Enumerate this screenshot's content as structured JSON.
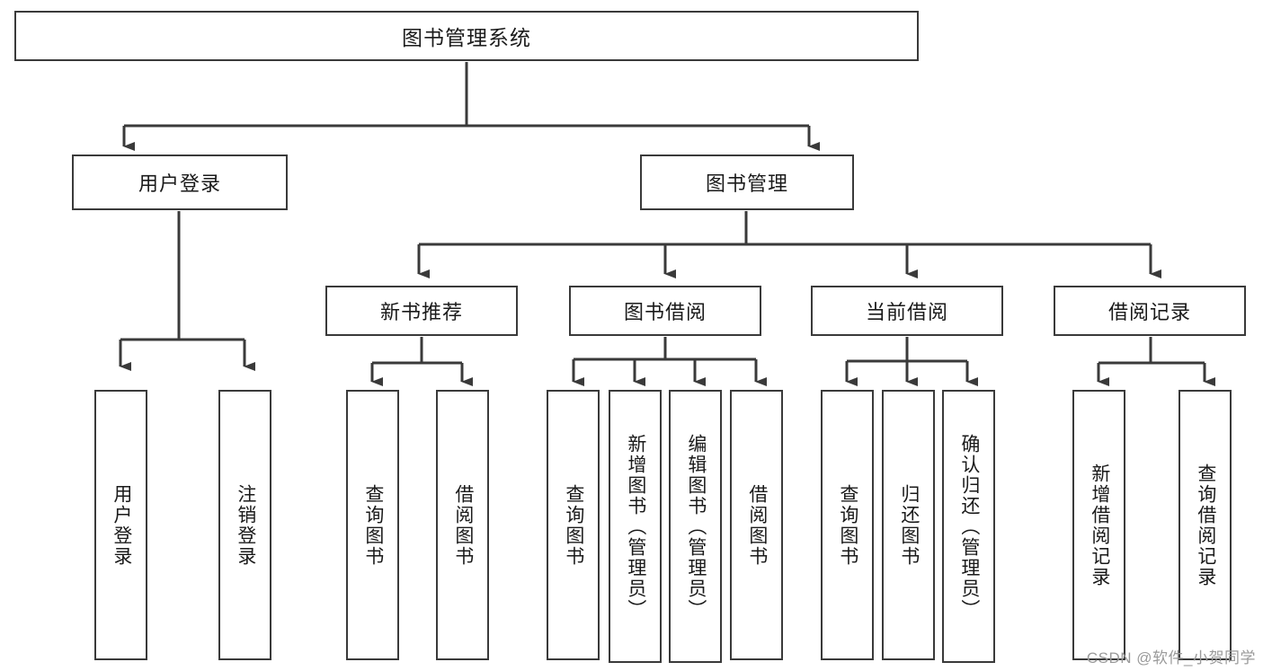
{
  "diagram": {
    "title": "图书管理系统",
    "type": "hierarchy-tree",
    "colors": {
      "box_border": "#3a3a3a",
      "box_fill": "#ffffff",
      "connector": "#3a3a3a",
      "text": "#1a1a1a",
      "watermark": "#9a9a9a"
    },
    "levels": {
      "level1": [
        {
          "id": "root",
          "label": "图书管理系统"
        }
      ],
      "level2": [
        {
          "id": "user-login",
          "label": "用户登录"
        },
        {
          "id": "book-manage",
          "label": "图书管理"
        }
      ],
      "level3": [
        {
          "id": "new-book-rec",
          "label": "新书推荐"
        },
        {
          "id": "book-borrow",
          "label": "图书借阅"
        },
        {
          "id": "current-borrow",
          "label": "当前借阅"
        },
        {
          "id": "borrow-record",
          "label": "借阅记录"
        }
      ],
      "level4": [
        {
          "id": "leaf-user-login",
          "label": "用户登录",
          "parent": "user-login"
        },
        {
          "id": "leaf-logout",
          "label": "注销登录",
          "parent": "user-login"
        },
        {
          "id": "leaf-query-book-1",
          "label": "查询图书",
          "parent": "new-book-rec"
        },
        {
          "id": "leaf-borrow-book-1",
          "label": "借阅图书",
          "parent": "new-book-rec"
        },
        {
          "id": "leaf-query-book-2",
          "label": "查询图书",
          "parent": "book-borrow"
        },
        {
          "id": "leaf-add-book",
          "label": "新增图书（管理员）",
          "parent": "book-borrow"
        },
        {
          "id": "leaf-edit-book",
          "label": "编辑图书（管理员）",
          "parent": "book-borrow"
        },
        {
          "id": "leaf-borrow-book-2",
          "label": "借阅图书",
          "parent": "book-borrow"
        },
        {
          "id": "leaf-query-book-3",
          "label": "查询图书",
          "parent": "current-borrow"
        },
        {
          "id": "leaf-return-book",
          "label": "归还图书",
          "parent": "current-borrow"
        },
        {
          "id": "leaf-confirm-return",
          "label": "确认归还（管理员）",
          "parent": "current-borrow"
        },
        {
          "id": "leaf-add-record",
          "label": "新增借阅记录",
          "parent": "borrow-record"
        },
        {
          "id": "leaf-query-record",
          "label": "查询借阅记录",
          "parent": "borrow-record"
        }
      ]
    }
  },
  "watermark": {
    "text": "CSDN @软件_小贺同学"
  }
}
